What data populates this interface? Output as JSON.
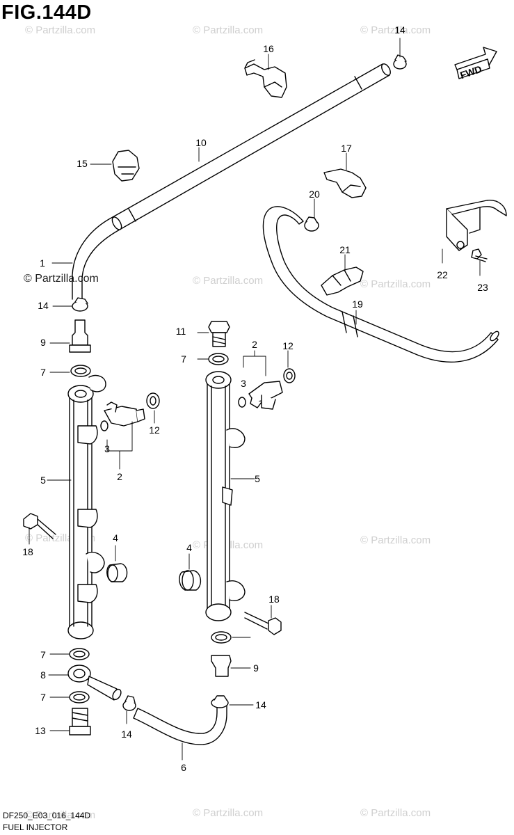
{
  "figure": {
    "title": "FIG.144D"
  },
  "footer": {
    "code": "DF250_E03_016_144D",
    "name": "FUEL INJECTOR"
  },
  "watermark": {
    "text": "© Partzilla.com"
  },
  "direction": {
    "label": "FWD"
  },
  "callouts": [
    "1",
    "2",
    "2",
    "3",
    "3",
    "4",
    "4",
    "5",
    "5",
    "6",
    "7",
    "7",
    "7",
    "7",
    "8",
    "9",
    "9",
    "10",
    "11",
    "12",
    "12",
    "13",
    "14",
    "14",
    "14",
    "14",
    "15",
    "16",
    "17",
    "18",
    "18",
    "19",
    "20",
    "21",
    "22",
    "23"
  ]
}
